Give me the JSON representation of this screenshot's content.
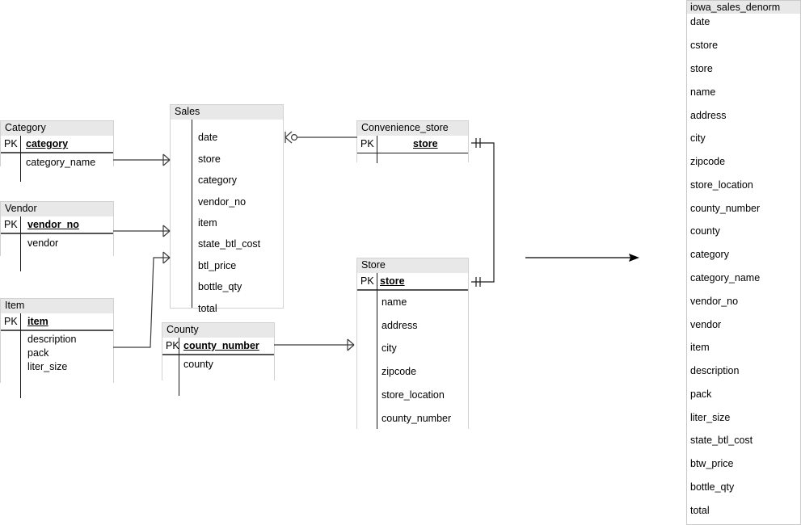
{
  "diagram": {
    "title": "iowa_sales_denorm_er_diagram",
    "entities": [
      {
        "id": "category",
        "name": "Category",
        "pk_label": "PK",
        "pk_field": "category",
        "attributes": [
          "category_name"
        ]
      },
      {
        "id": "vendor",
        "name": "Vendor",
        "pk_label": "PK",
        "pk_field": "vendor_no",
        "attributes": [
          "vendor"
        ]
      },
      {
        "id": "item",
        "name": "Item",
        "pk_label": "PK",
        "pk_field": "item",
        "attributes": [
          "description",
          "pack",
          "liter_size"
        ]
      },
      {
        "id": "sales",
        "name": "Sales",
        "pk_label": "",
        "pk_field": "",
        "attributes": [
          "date",
          "store",
          "category",
          "vendor_no",
          "item",
          "state_btl_cost",
          "btl_price",
          "bottle_qty",
          "total"
        ]
      },
      {
        "id": "county",
        "name": "County",
        "pk_label": "PK",
        "pk_field": "county_number",
        "attributes": [
          "county"
        ]
      },
      {
        "id": "convenience_store",
        "name": "Convenience_store",
        "pk_label": "PK",
        "pk_field": "store",
        "attributes": []
      },
      {
        "id": "store",
        "name": "Store",
        "pk_label": "PK",
        "pk_field": "store",
        "attributes": [
          "name",
          "address",
          "city",
          "zipcode",
          "store_location",
          "county_number"
        ]
      }
    ],
    "relationships": [
      {
        "from": "Category",
        "to": "Sales",
        "cardinality": "one-to-many"
      },
      {
        "from": "Vendor",
        "to": "Sales",
        "cardinality": "one-to-many"
      },
      {
        "from": "Item",
        "to": "Sales",
        "cardinality": "one-to-many"
      },
      {
        "from": "Sales",
        "to": "Convenience_store",
        "cardinality": "many-to-zero-or-one"
      },
      {
        "from": "County",
        "to": "Store",
        "cardinality": "one-to-many"
      },
      {
        "from": "Convenience_store",
        "to": "Store",
        "cardinality": "one-to-one"
      }
    ],
    "transform_arrow": {
      "label": ""
    }
  },
  "denorm": {
    "header": "iowa_sales_denorm",
    "columns": [
      "date",
      "cstore",
      "store",
      "name",
      "address",
      "city",
      "zipcode",
      "store_location",
      "county_number",
      "county",
      "category",
      "category_name",
      "vendor_no",
      "vendor",
      "item",
      "description",
      "pack",
      "liter_size",
      "state_btl_cost",
      "btw_price",
      "bottle_qty",
      "total"
    ]
  },
  "colors": {
    "header_fill": "#e8e8e8",
    "border": "#d2d2d2",
    "line": "#3b3b3b",
    "pk_underline": "#555555",
    "background": "#ffffff"
  }
}
